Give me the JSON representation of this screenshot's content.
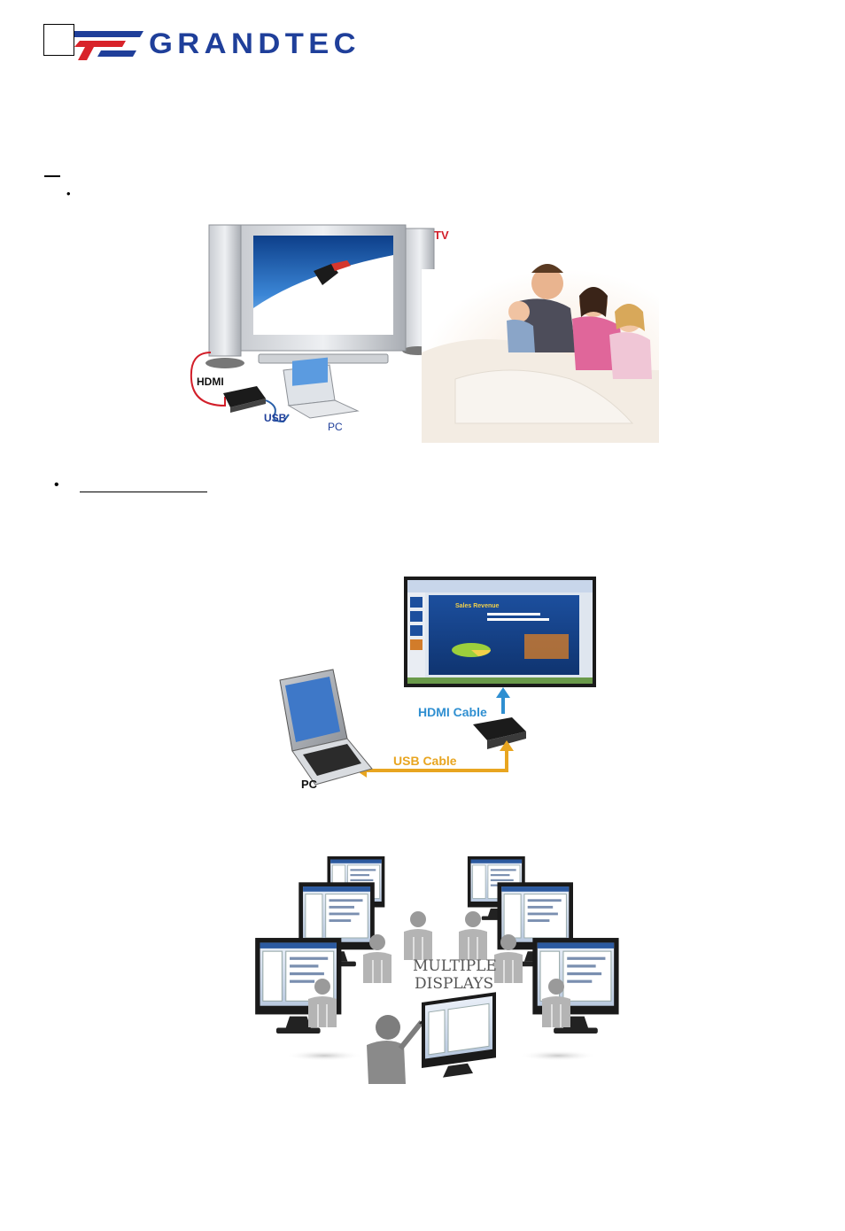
{
  "header": {
    "brand": "GRANDTEC",
    "colors": {
      "brand_blue": "#1f3f9a",
      "brand_red": "#d8232a"
    }
  },
  "figure1": {
    "label_tv": "TV",
    "label_hdmi": "HDMI",
    "label_usb": "USB",
    "label_pc": "PC",
    "colors": {
      "hdmi_red": "#d21f2a",
      "usb_blue": "#2a5fa8"
    }
  },
  "figure2": {
    "label_hdmi_cable": "HDMI Cable",
    "label_usb_cable": "USB Cable",
    "label_pc": "PC",
    "slide_title": "Sales  Revenue",
    "colors": {
      "hdmi_blue": "#2f8fd1",
      "usb_orange": "#e8a520"
    }
  },
  "figure3": {
    "caption_line1": "MULTIPLE",
    "caption_line2": "DISPLAYS"
  }
}
